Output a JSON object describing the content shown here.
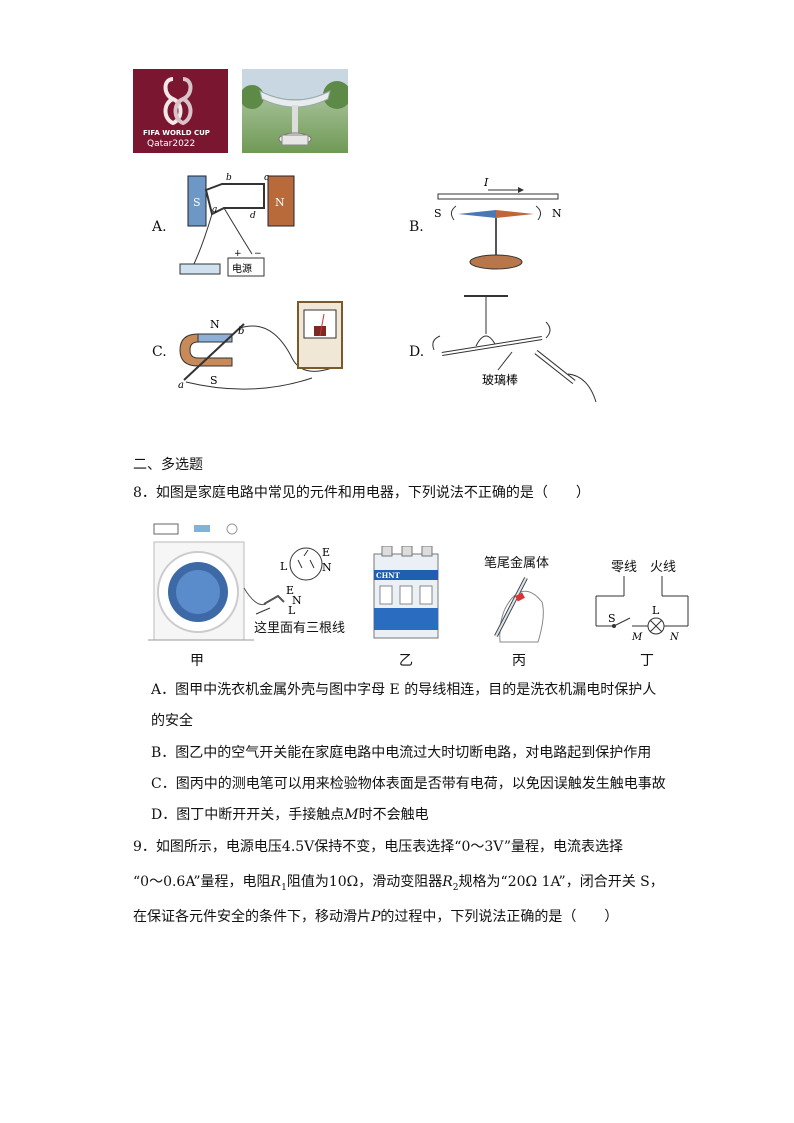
{
  "top_images": {
    "logo_line1": "FIFA WORLD CUP",
    "logo_line2": "Qatar2022"
  },
  "q7_options": {
    "a": {
      "label": "A.",
      "pole_s": "S",
      "pole_n": "N",
      "pt_a": "a",
      "pt_b": "b",
      "pt_c": "c",
      "pt_d": "d",
      "plus": "+",
      "minus": "−",
      "source": "电源"
    },
    "b": {
      "label": "B.",
      "current": "I",
      "s": "S",
      "n": "N"
    },
    "c": {
      "label": "C.",
      "n": "N",
      "s": "S",
      "a": "a",
      "b": "b"
    },
    "d": {
      "label": "D.",
      "rod": "玻璃棒"
    }
  },
  "section": {
    "title": "二、多选题"
  },
  "q8": {
    "stem": "8．如图是家庭电路中常见的元件和用电器，下列说法不正确的是（　　）",
    "figure": {
      "socket_l": "L",
      "socket_e": "E",
      "socket_n": "N",
      "plug_e": "E",
      "plug_n": "N",
      "plug_l": "L",
      "plug_note": "这里面有三根线",
      "breaker_brand": "CHNT",
      "pen_label": "笔尾金属体",
      "zero_wire": "零线",
      "fire_wire": "火线",
      "sw_s": "S",
      "lamp_l": "L",
      "pt_m": "M",
      "pt_n": "N",
      "cap_jia": "甲",
      "cap_yi": "乙",
      "cap_bing": "丙",
      "cap_ding": "丁"
    },
    "options": {
      "a1": "A．图甲中洗衣机金属外壳与图中字母 E 的导线相连，目的是洗衣机漏电时保护人",
      "a2": "的安全",
      "b": "B．图乙中的空气开关能在家庭电路中电流过大时切断电路，对电路起到保护作用",
      "c": "C．图丙中的测电笔可以用来检验物体表面是否带有电荷，以免因误触发生触电事故",
      "d_pre": "D．图丁中断开开关，手接触点",
      "d_m": "M",
      "d_post": "时不会触电"
    }
  },
  "q9": {
    "line1": "9．如图所示，电源电压4.5V保持不变，电压表选择“0～3V”量程，电流表选择",
    "l2_pre": "“0～0.6A”量程，电阻",
    "r1": "R",
    "r1_sub": "1",
    "l2_mid": "阻值为10Ω，滑动变阻器",
    "r2": "R",
    "r2_sub": "2",
    "l2_mid2": "规格为“",
    "spec": "20Ω 1A",
    "l2_post": "”，闭合开关 S，",
    "l3_pre": "在保证各元件安全的条件下，移动滑片",
    "p": "P",
    "l3_post": "的过程中，下列说法正确的是（　　）"
  }
}
